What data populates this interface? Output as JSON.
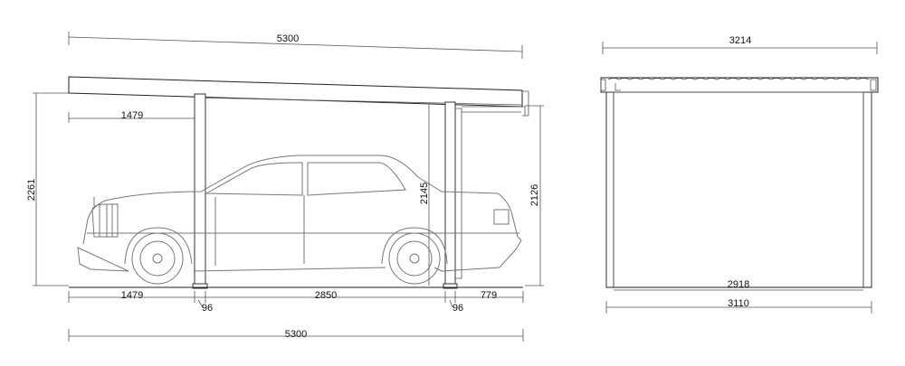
{
  "side_view": {
    "total_length_top": "5300",
    "front_overhang_upper": "1479",
    "total_height": "2261",
    "clear_height_rear": "2145",
    "clear_height_front": "2126",
    "base_front_overhang": "1479",
    "post_spacing": "2850",
    "rear_overhang": "779",
    "post_width_left": "96",
    "post_width_right": "96",
    "total_length_bottom": "5300"
  },
  "front_view": {
    "roof_width": "3214",
    "inner_width": "2918",
    "post_width_total": "3110"
  }
}
